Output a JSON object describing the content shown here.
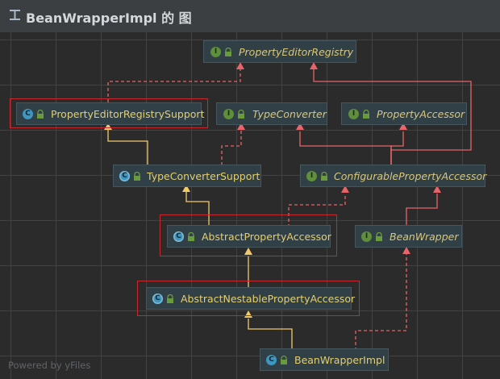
{
  "header": {
    "title": "BeanWrapperImpl 的 图"
  },
  "nodes": {
    "property_editor_registry": {
      "name": "PropertyEditorRegistry",
      "kind": "I"
    },
    "property_editor_registry_support": {
      "name": "PropertyEditorRegistrySupport",
      "kind": "C"
    },
    "type_converter": {
      "name": "TypeConverter",
      "kind": "I"
    },
    "property_accessor": {
      "name": "PropertyAccessor",
      "kind": "I"
    },
    "type_converter_support": {
      "name": "TypeConverterSupport",
      "kind": "C"
    },
    "configurable_property_accessor": {
      "name": "ConfigurablePropertyAccessor",
      "kind": "I"
    },
    "abstract_property_accessor": {
      "name": "AbstractPropertyAccessor",
      "kind": "C"
    },
    "bean_wrapper": {
      "name": "BeanWrapper",
      "kind": "I"
    },
    "abstract_nestable_property_accessor": {
      "name": "AbstractNestablePropertyAccessor",
      "kind": "C"
    },
    "bean_wrapper_impl": {
      "name": "BeanWrapperImpl",
      "kind": "C"
    }
  },
  "edges": [
    {
      "from": "property_editor_registry_support",
      "to": "property_editor_registry",
      "type": "implements"
    },
    {
      "from": "configurable_property_accessor",
      "to": "property_editor_registry",
      "type": "extends"
    },
    {
      "from": "type_converter_support",
      "to": "property_editor_registry_support",
      "type": "extends"
    },
    {
      "from": "type_converter_support",
      "to": "type_converter",
      "type": "implements"
    },
    {
      "from": "configurable_property_accessor",
      "to": "type_converter",
      "type": "extends"
    },
    {
      "from": "configurable_property_accessor",
      "to": "property_accessor",
      "type": "extends"
    },
    {
      "from": "abstract_property_accessor",
      "to": "type_converter_support",
      "type": "extends"
    },
    {
      "from": "abstract_property_accessor",
      "to": "configurable_property_accessor",
      "type": "implements"
    },
    {
      "from": "bean_wrapper",
      "to": "configurable_property_accessor",
      "type": "extends"
    },
    {
      "from": "abstract_nestable_property_accessor",
      "to": "abstract_property_accessor",
      "type": "extends"
    },
    {
      "from": "bean_wrapper_impl",
      "to": "abstract_nestable_property_accessor",
      "type": "extends"
    },
    {
      "from": "bean_wrapper_impl",
      "to": "bean_wrapper",
      "type": "implements"
    }
  ],
  "highlighted": [
    "property_editor_registry_support",
    "abstract_property_accessor",
    "abstract_nestable_property_accessor"
  ],
  "colors": {
    "extends_edge": "#f2c96b",
    "implements_edge": "#e8646b",
    "highlight_box": "#c6282d",
    "interface_badge": "#5e8f3a",
    "class_badge": "#3f97bf"
  },
  "footer": {
    "text": "Powered by yFiles"
  }
}
